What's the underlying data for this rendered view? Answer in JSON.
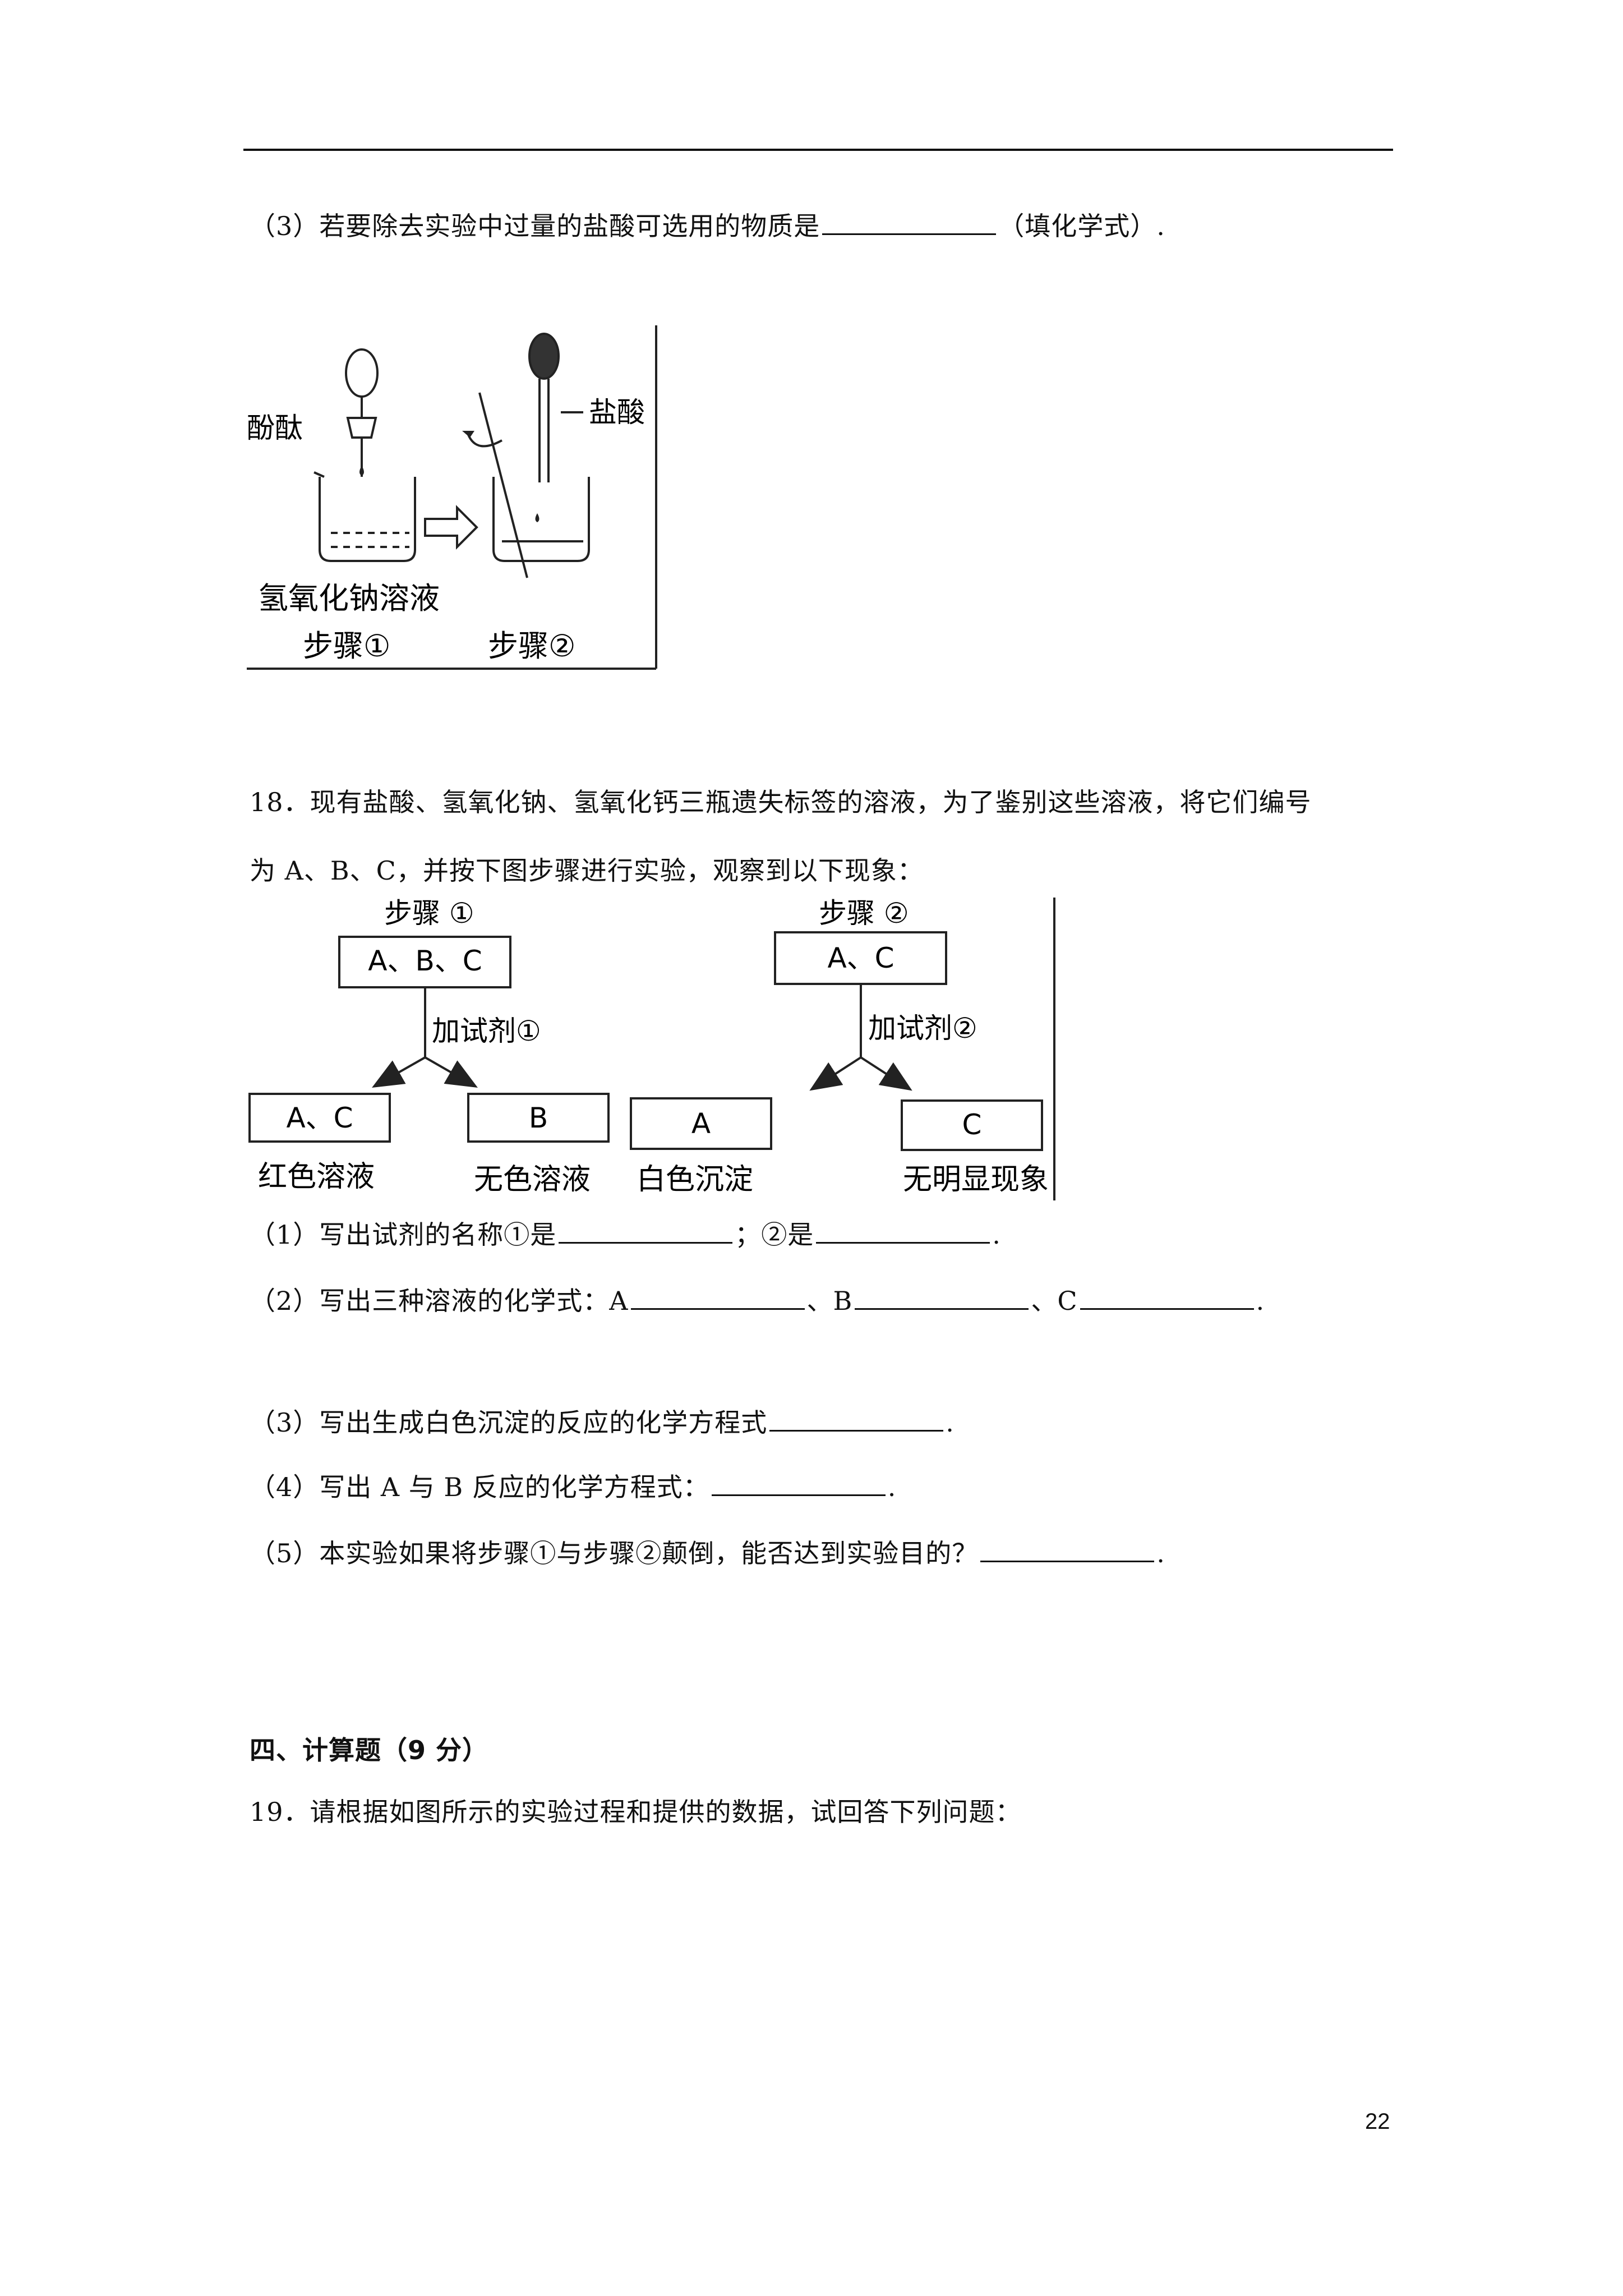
{
  "page": {
    "q17_3": {
      "prefix": "（3）若要除去实验中过量的盐酸可选用的物质是",
      "suffix": "（填化学式）."
    },
    "figure1": {
      "label_phenolphthalein": "酚酞",
      "label_hcl": "盐酸",
      "label_naoh": "氢氧化钠溶液",
      "label_step1": "步骤①",
      "label_step2": "步骤②"
    },
    "q18": {
      "intro_line1": "18．现有盐酸、氢氧化钠、氢氧化钙三瓶遗失标签的溶液，为了鉴别这些溶液，将它们编号",
      "intro_line2": "为 A、B、C，并按下图步骤进行实验，观察到以下现象：",
      "diagram": {
        "step1_title": "步骤 ①",
        "step1_box": "A、B、C",
        "reagent1": "加试剂①",
        "left1_box": "A、C",
        "left1_label": "红色溶液",
        "right1_box": "B",
        "right1_label": "无色溶液",
        "step2_title": "步骤 ②",
        "step2_box": "A、C",
        "reagent2": "加试剂②",
        "left2_box": "A",
        "left2_label": "白色沉淀",
        "right2_box": "C",
        "right2_label": "无明显现象"
      },
      "sub1": {
        "a": "（1）写出试剂的名称①是",
        "b": "；②是",
        "c": "."
      },
      "sub2": {
        "a": "（2）写出三种溶液的化学式：A",
        "b": "、B",
        "c": "、C",
        "d": "."
      },
      "sub3": {
        "a": "（3）写出生成白色沉淀的反应的化学方程式",
        "b": "."
      },
      "sub4": {
        "a": "（4）写出 A 与 B 反应的化学方程式：",
        "b": "."
      },
      "sub5": {
        "a": "（5）本实验如果将步骤①与步骤②颠倒，能否达到实验目的？",
        "b": "."
      }
    },
    "section4": {
      "title": "四、计算题（9 分）"
    },
    "q19": {
      "text": "19．请根据如图所示的实验过程和提供的数据，试回答下列问题："
    },
    "page_number": "22"
  }
}
